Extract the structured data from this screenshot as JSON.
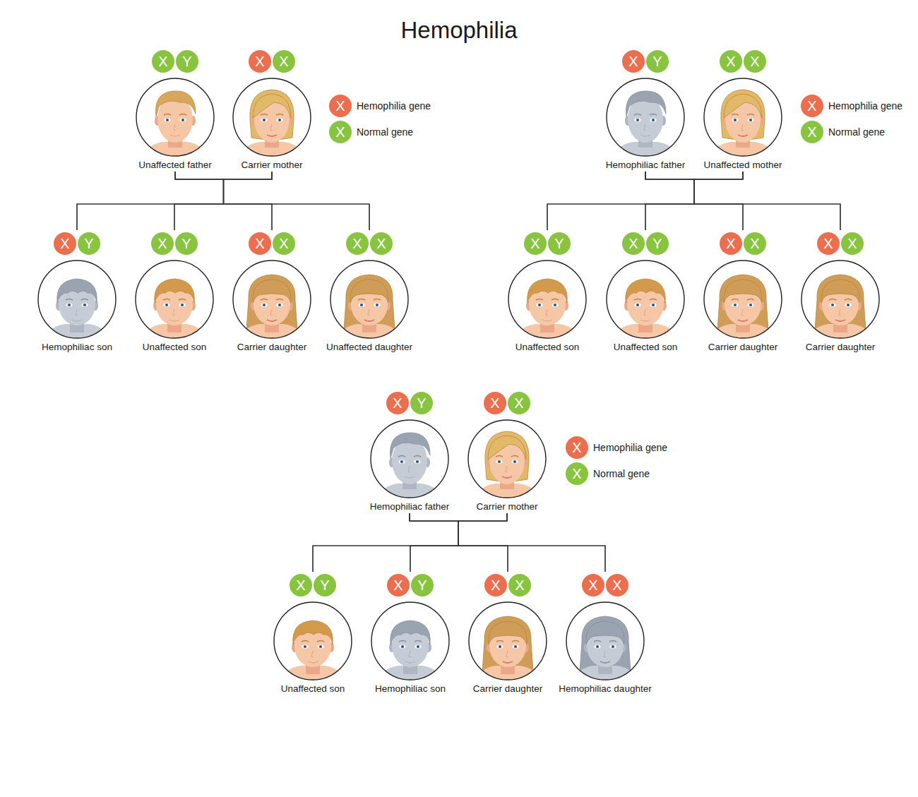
{
  "diagram": {
    "title": "Hemophilia",
    "nodes": [
      {
        "text": [
          "Unaffected father"
        ]
      },
      {
        "text": [
          "X"
        ],
        "in": 0
      },
      {
        "text": [
          "Y"
        ],
        "in": 0
      },
      {
        "text": [
          "Carrier mother"
        ]
      },
      {
        "text": [
          "X"
        ],
        "in": 3
      },
      {
        "text": [
          "X"
        ],
        "in": 3
      },
      {
        "text": [
          "Hemophiliac son"
        ]
      },
      {
        "text": [
          "X"
        ],
        "in": 6
      },
      {
        "text": [
          "Y"
        ],
        "in": 6
      },
      {
        "text": [
          "Unaffected son"
        ]
      },
      {
        "text": [
          "X"
        ],
        "in": 9
      },
      {
        "text": [
          "Y"
        ],
        "in": 9
      },
      {
        "text": [
          "Carrier daughter"
        ]
      },
      {
        "text": [
          "X"
        ],
        "in": 12
      },
      {
        "text": [
          "X"
        ],
        "in": 12
      },
      {
        "text": [
          "Unaffected daughter"
        ]
      },
      {
        "text": [
          "X"
        ],
        "in": 15
      },
      {
        "text": [
          "X"
        ],
        "in": 15
      },
      {
        "text": [
          "Hemophiliac father"
        ]
      },
      {
        "text": [
          "X"
        ],
        "in": 18
      },
      {
        "text": [
          "Y"
        ],
        "in": 18
      },
      {
        "text": [
          "Unaffected mother"
        ]
      },
      {
        "text": [
          "X"
        ],
        "in": 21
      },
      {
        "text": [
          "X"
        ],
        "in": 21
      },
      {
        "text": [
          "Unaffected son"
        ]
      },
      {
        "text": [
          "X"
        ],
        "in": 24
      },
      {
        "text": [
          "Y"
        ],
        "in": 24
      },
      {
        "text": [
          "Unaffected son"
        ]
      },
      {
        "text": [
          "X"
        ],
        "in": 27
      },
      {
        "text": [
          "Y"
        ],
        "in": 27
      },
      {
        "text": [
          "Carrier daughter"
        ]
      },
      {
        "text": [
          "X"
        ],
        "in": 30
      },
      {
        "text": [
          "X"
        ],
        "in": 30
      },
      {
        "text": [
          "Carrier daughter"
        ]
      },
      {
        "text": [
          "X"
        ],
        "in": 33
      },
      {
        "text": [
          "X"
        ],
        "in": 33
      },
      {
        "text": [
          "Hemophiliac father"
        ]
      },
      {
        "text": [
          "X"
        ],
        "in": 36
      },
      {
        "text": [
          "Y"
        ],
        "in": 36
      },
      {
        "text": [
          "Carrier mother"
        ]
      },
      {
        "text": [
          "X"
        ],
        "in": 39
      },
      {
        "text": [
          "X"
        ],
        "in": 39
      },
      {
        "text": [
          "Unaffected son"
        ]
      },
      {
        "text": [
          "X"
        ],
        "in": 42
      },
      {
        "text": [
          "Y"
        ],
        "in": 42
      },
      {
        "text": [
          "Hemophiliac son"
        ]
      },
      {
        "text": [
          "X"
        ],
        "in": 45
      },
      {
        "text": [
          "Y"
        ],
        "in": 45
      },
      {
        "text": [
          "Carrier daughter"
        ]
      },
      {
        "text": [
          "X"
        ],
        "in": 48
      },
      {
        "text": [
          "X"
        ],
        "in": 48
      },
      {
        "text": [
          "Hemophiliac daughter"
        ]
      },
      {
        "text": [
          "X"
        ],
        "in": 51
      },
      {
        "text": [
          "X"
        ],
        "in": 51
      }
    ],
    "edges": [
      {
        "from": 0,
        "to": 6,
        "arrow": "none"
      },
      {
        "from": 0,
        "to": 9,
        "arrow": "none"
      },
      {
        "from": 0,
        "to": 12,
        "arrow": "none"
      },
      {
        "from": 0,
        "to": 15,
        "arrow": "none"
      },
      {
        "from": 3,
        "to": 6,
        "arrow": "none"
      },
      {
        "from": 3,
        "to": 9,
        "arrow": "none"
      },
      {
        "from": 3,
        "to": 12,
        "arrow": "none"
      },
      {
        "from": 3,
        "to": 15,
        "arrow": "none"
      },
      {
        "from": 18,
        "to": 24,
        "arrow": "none"
      },
      {
        "from": 18,
        "to": 27,
        "arrow": "none"
      },
      {
        "from": 18,
        "to": 30,
        "arrow": "none"
      },
      {
        "from": 18,
        "to": 33,
        "arrow": "none"
      },
      {
        "from": 21,
        "to": 24,
        "arrow": "none"
      },
      {
        "from": 21,
        "to": 27,
        "arrow": "none"
      },
      {
        "from": 21,
        "to": 30,
        "arrow": "none"
      },
      {
        "from": 21,
        "to": 33,
        "arrow": "none"
      },
      {
        "from": 36,
        "to": 42,
        "arrow": "none"
      },
      {
        "from": 36,
        "to": 45,
        "arrow": "none"
      },
      {
        "from": 36,
        "to": 48,
        "arrow": "none"
      },
      {
        "from": 36,
        "to": 51,
        "arrow": "none"
      },
      {
        "from": 39,
        "to": 42,
        "arrow": "none"
      },
      {
        "from": 39,
        "to": 45,
        "arrow": "none"
      },
      {
        "from": 39,
        "to": 48,
        "arrow": "none"
      },
      {
        "from": 39,
        "to": 51,
        "arrow": "none"
      }
    ],
    "labels": [
      "X",
      "X",
      "X",
      "X",
      "X",
      "X"
    ],
    "legend": [
      {
        "text": "Hemophilia gene",
        "color": "#eb6f4f"
      },
      {
        "text": "Normal gene",
        "color": "#88c440"
      },
      {
        "text": "Hemophilia gene",
        "color": "#eb6f4f"
      },
      {
        "text": "Normal gene",
        "color": "#88c440"
      },
      {
        "text": "Hemophilia gene",
        "color": "#eb6f4f"
      },
      {
        "text": "Normal gene",
        "color": "#88c440"
      }
    ]
  }
}
